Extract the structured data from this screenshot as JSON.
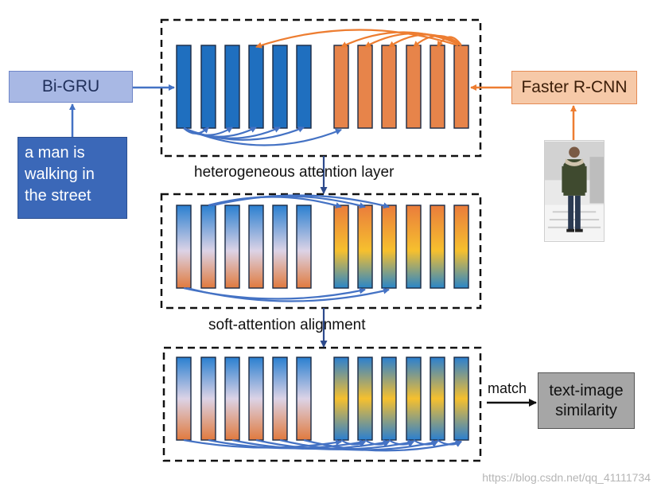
{
  "inputs": {
    "text_encoder": "Bi-GRU",
    "image_encoder": "Faster R-CNN",
    "sentence": [
      "a man is",
      "walking in",
      "the street"
    ],
    "image_icon": "person-photo-icon"
  },
  "layers": [
    {
      "label": "heterogeneous attention layer"
    },
    {
      "label": "soft-attention alignment"
    }
  ],
  "match_label": "match",
  "output": [
    "text-image",
    "similarity"
  ],
  "watermark": "https://blog.csdn.net/qq_41111734",
  "colors": {
    "text_feature": "#1f6fbf",
    "image_feature": "#e7844a",
    "blue_arrow": "#4472c4",
    "orange_arrow": "#ed7d31",
    "text_encoder_fill": "#a8b8e4",
    "image_encoder_fill": "#f6c9a8",
    "sentence_fill": "#3b68b8",
    "output_fill": "#a6a6a6",
    "blend_light": "#d9d0e6",
    "blend_yellow": "#f6c02e"
  }
}
